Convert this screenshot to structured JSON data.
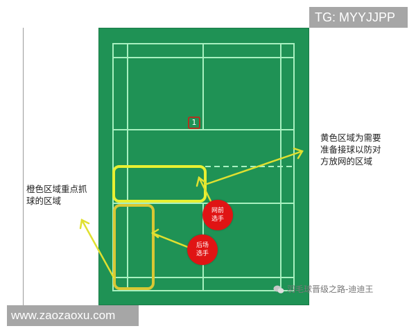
{
  "watermark_top": "TG: MYYJJPP",
  "watermark_bottom": "www.zaozaoxu.com",
  "court": {
    "background": "#1f9255",
    "line_color": "#a8f0c0",
    "position_marker": "1"
  },
  "annotations": {
    "yellow_zone_note": [
      "黄色区域为需要",
      "准备接球以防对",
      "方放网的区域"
    ],
    "orange_zone_note": [
      "橙色区域重点抓",
      "球的区域"
    ]
  },
  "players": {
    "net_player": [
      "网前",
      "选手"
    ],
    "back_player": [
      "后场",
      "选手"
    ]
  },
  "zones": {
    "yellow_color": "#e8f032",
    "orange_color": "#d8c834",
    "arrow_color": "#e0e030"
  },
  "channel_watermark": "羽毛球晋级之路-迪迪王"
}
